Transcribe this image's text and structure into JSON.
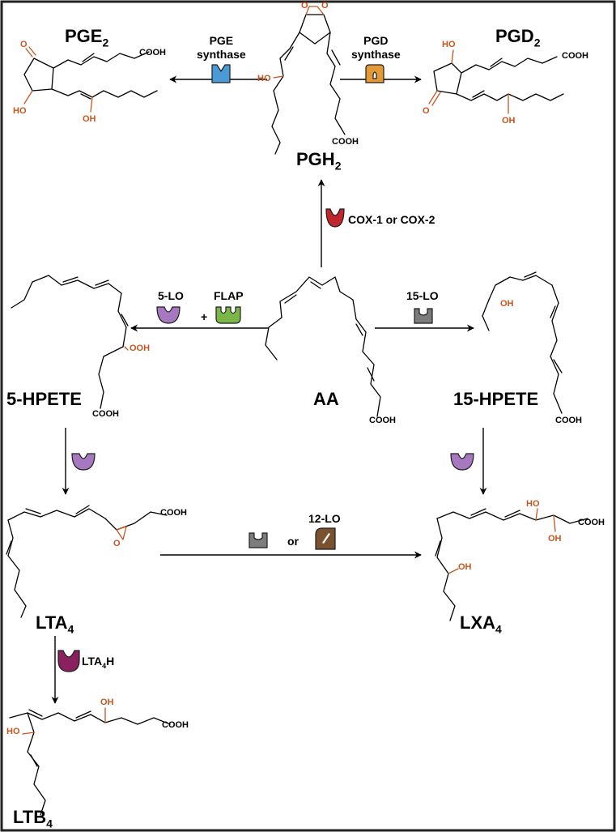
{
  "molecules": {
    "pge2": {
      "name": "PGE",
      "sub": "2",
      "cooh": "COOH",
      "ho": "HO",
      "oh": "OH",
      "keto": "O"
    },
    "pgh2": {
      "name": "PGH",
      "sub": "2",
      "ho": "HO",
      "cooh": "COOH",
      "o1": "O",
      "o2": "O"
    },
    "pgd2": {
      "name": "PGD",
      "sub": "2",
      "ho": "HO",
      "cooh": "COOH",
      "keto": "O",
      "oh": "OH"
    },
    "aa": {
      "name": "AA",
      "cooh": "COOH"
    },
    "hpete5": {
      "name": "5-HPETE",
      "ooh": "OOH",
      "cooh": "COOH"
    },
    "hpete15": {
      "name": "15-HPETE",
      "oh": "OH",
      "cooh": "COOH"
    },
    "lta4": {
      "name": "LTA",
      "sub": "4",
      "cooh": "COOH",
      "o": "O"
    },
    "lxa4": {
      "name": "LXA",
      "sub": "4",
      "ho": "HO",
      "oh1": "OH",
      "oh2": "OH",
      "cooh": "COOH"
    },
    "ltb4": {
      "name": "LTB",
      "sub": "4",
      "ho": "HO",
      "oh": "OH",
      "cooh": "COOH"
    }
  },
  "enzymes": {
    "pge_synthase": {
      "line1": "PGE",
      "line2": "synthase",
      "color": "#4a9ad6"
    },
    "pgd_synthase": {
      "line1": "PGD",
      "line2": "synthase",
      "color": "#e39a36"
    },
    "cox": {
      "label": "COX-1 or COX-2",
      "color": "#c0272d"
    },
    "lo5": {
      "label": "5-LO",
      "color": "#a678c0"
    },
    "flap": {
      "label": "FLAP",
      "color": "#7ab648"
    },
    "plus": "+",
    "lo15": {
      "label": "15-LO",
      "color": "#7c7c7c"
    },
    "lo12": {
      "label": "12-LO",
      "color": "#7a5230"
    },
    "or": "or",
    "lta4h": {
      "label": "LTA",
      "sub": "4",
      "suffix": "H",
      "color": "#8b2060"
    }
  },
  "colors": {
    "heteroatom": "#c8551f",
    "frame": "#222222"
  }
}
